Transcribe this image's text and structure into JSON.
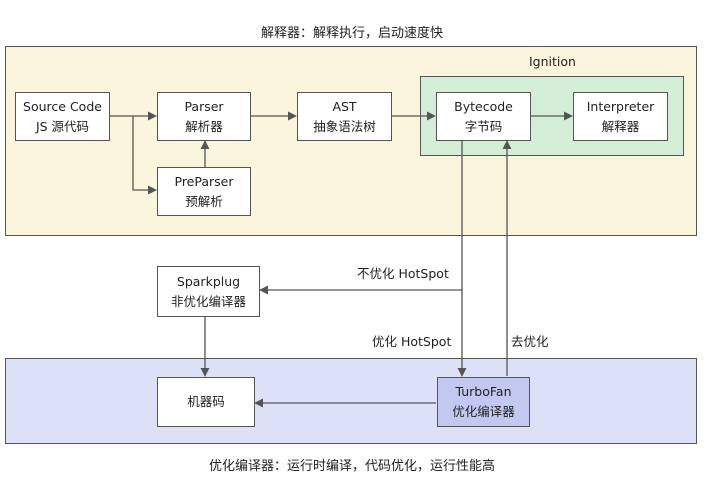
{
  "top_caption": "解释器：解释执行，启动速度快",
  "bottom_caption": "优化编译器：运行时编译，代码优化，运行性能高",
  "ignition_label": "Ignition",
  "nodes": {
    "source": {
      "line1": "Source Code",
      "line2": "JS 源代码"
    },
    "parser": {
      "line1": "Parser",
      "line2": "解析器"
    },
    "preparser": {
      "line1": "PreParser",
      "line2": "预解析"
    },
    "ast": {
      "line1": "AST",
      "line2": "抽象语法树"
    },
    "bytecode": {
      "line1": "Bytecode",
      "line2": "字节码"
    },
    "interpreter": {
      "line1": "Interpreter",
      "line2": "解释器"
    },
    "sparkplug": {
      "line1": "Sparkplug",
      "line2": "非优化编译器"
    },
    "machine_code": {
      "line1": "机器码"
    },
    "turbofan": {
      "line1": "TurboFan",
      "line2": "优化编译器"
    }
  },
  "edge_labels": {
    "non_optimized_hotspot": "不优化 HotSpot",
    "optimized_hotspot": "优化 HotSpot",
    "deoptimize": "去优化"
  },
  "colors": {
    "interpreter_region": "#fbf5dd",
    "ignition_region": "#d5eed7",
    "compiler_region": "#dde1f7",
    "turbofan_box": "#c2c8f0",
    "line": "#555555"
  }
}
